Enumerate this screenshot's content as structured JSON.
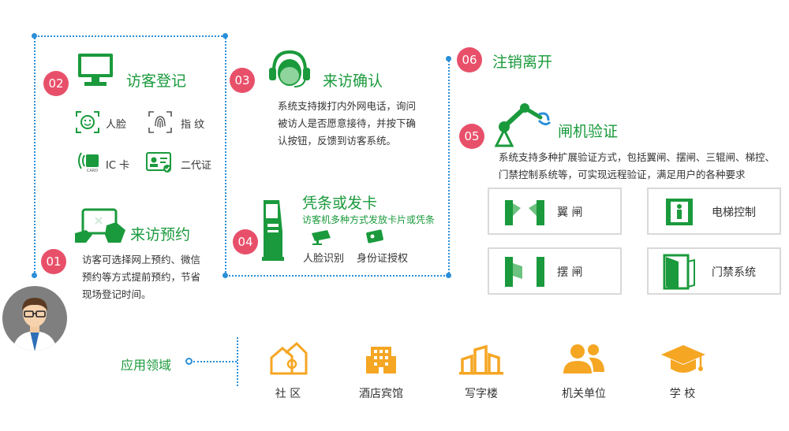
{
  "steps": {
    "s01": {
      "num": "01",
      "title": "来访预约",
      "desc": [
        "访客可选择网上预约、微信",
        "预约等方式提前预约，节省",
        "现场登记时间。"
      ]
    },
    "s02": {
      "num": "02",
      "title": "访客登记",
      "methods": [
        "人脸",
        "指 纹",
        "IC 卡",
        "二代证"
      ],
      "card_text": "CARD"
    },
    "s03": {
      "num": "03",
      "title": "来访确认",
      "desc": [
        "系统支持拨打内外网电话，询问",
        "被访人是否愿意接待，并按下确",
        "认按钮，反馈到访客系统。"
      ]
    },
    "s04": {
      "num": "04",
      "title": "凭条或发卡",
      "subtitle": "访客机多种方式发放卡片或凭条",
      "items": [
        "人脸识别",
        "身份证授权"
      ]
    },
    "s05": {
      "num": "05",
      "title": "闸机验证",
      "desc": [
        "系统支持多种扩展验证方式，包括翼闸、摆闸、三辊闸、梯控、",
        "门禁控制系统等，可实现远程验证，满足用户的各种要求"
      ],
      "gates": [
        "翼 闸",
        "电梯控制",
        "摆 闸",
        "门禁系统"
      ]
    },
    "s06": {
      "num": "06",
      "title": "注销离开"
    }
  },
  "applications": {
    "label": "应用领域",
    "items": [
      "社 区",
      "酒店宾馆",
      "写字楼",
      "机关单位",
      "学 校"
    ]
  },
  "colors": {
    "green": "#1a9a3c",
    "badge": "#e8506a",
    "dash": "#2a8fd8",
    "icon_orange": "#f5a623"
  }
}
